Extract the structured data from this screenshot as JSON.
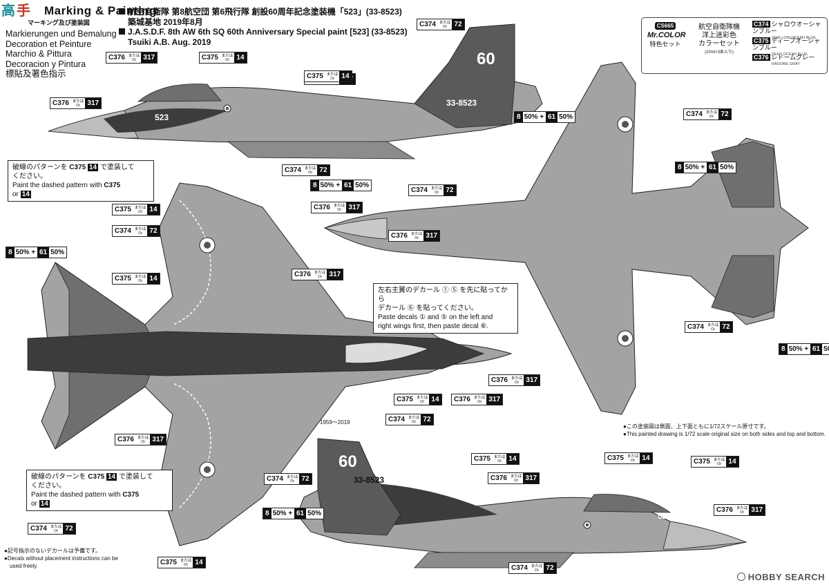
{
  "header": {
    "title": "Marking & Painting",
    "subtitle_jp": "マーキング及び塗装図",
    "languages": [
      "Markierungen und Bemalung",
      "Decoration et Peinture",
      "Marchio & Pittura",
      "Decoracion y Pintura",
      "標貼及著色指示"
    ],
    "jp_line1": "航空自衛隊 第8航空団 第6飛行隊 創設60周年記念塗装機「523」(33-8523)",
    "jp_line2": "築城基地 2019年8月",
    "en_line1": "J.A.S.D.F. 8th AW 6th SQ 60th Anniversary Special paint [523] (33-8523)",
    "en_line2": "Tsuiki A.B. Aug. 2019"
  },
  "legend": {
    "set_code": "CS665",
    "brand": "Mr.COLOR",
    "brand_sub": "特色セット",
    "title_l1": "航空自衛隊機",
    "title_l2": "洋上迷彩色",
    "title_l3": "カラーセット",
    "title_note": "(10ml×3本入り)",
    "colors": [
      {
        "code": "C374",
        "name": "シャロウオーシャンブルー",
        "en": "SHALLOW OCEAN BLUE"
      },
      {
        "code": "C375",
        "name": "ディープオーシャンブルー",
        "en": "DEEP OCEAN BLUE"
      },
      {
        "code": "C376",
        "name": "レドームグレー",
        "en": "RADOME GRAY"
      }
    ]
  },
  "or_text": {
    "jp": "または",
    "en": "Or"
  },
  "mix_text": {
    "a": "8",
    "pa": "50%",
    "plus": "+",
    "b": "61",
    "pb": "50%"
  },
  "notes": {
    "dashed_jp_1": "破線のパターンを",
    "dashed_jp_2": "で塗装して",
    "dashed_jp_3": "ください。",
    "dashed_en_1": "Paint the dashed pattern with",
    "dashed_en_2": "or",
    "c375": "C375",
    "n14": "14",
    "decal_jp_1": "左右主翼のデカール ① ⑤ を先に貼ってから",
    "decal_jp_2": "デカール ⑥ を貼ってください。",
    "decal_en_1": "Paste decals ① and ⑤ on the left and",
    "decal_en_2": "right wings first, then paste decal ⑥."
  },
  "footnotes": {
    "scale_jp": "●この塗装図は側面、上下面ともに1/72スケール原寸です。",
    "scale_en": "●This painted drawing is 1/72 scale original size on both sides and top and bottom.",
    "spare_jp": "●記号指示のないデカールは予備です。",
    "spare_en_1": "●Decals without placement instructions can be",
    "spare_en_2": "used freely."
  },
  "aircraft_marks": {
    "serial": "33-8523",
    "nose": "523",
    "anniv": "60",
    "years": "1959～2019"
  },
  "watermark": "HOBBY SEARCH",
  "colors": {
    "ink": "#111111",
    "aircraft_gray": "#9a9a9a",
    "dark": "#3c3c3c",
    "paper": "#ffffff"
  }
}
